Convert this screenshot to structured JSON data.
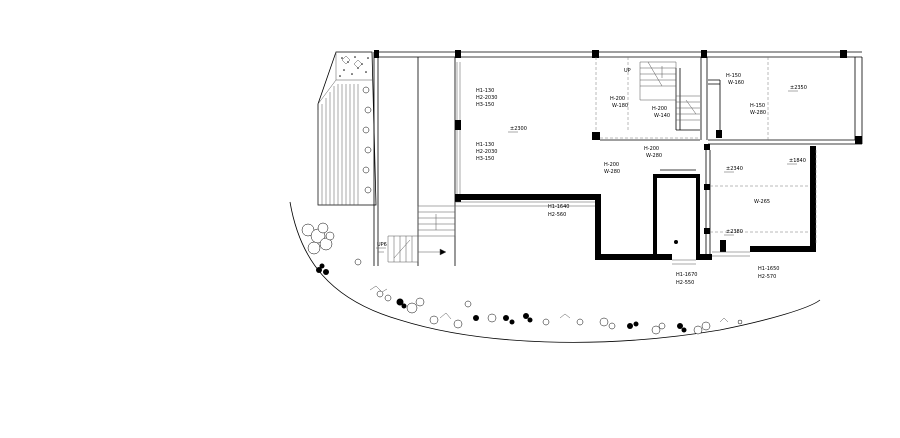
{
  "labels": {
    "h1_130_a": "H1-130",
    "h2_2030_a": "H2-2030",
    "h3_150_a": "H3-150",
    "h1_130_b": "H1-130",
    "h2_2030_b": "H2-2030",
    "h3_150_b": "H3-150",
    "elev_2300": "±2300",
    "up": "UP",
    "h200_w180": [
      "H-200",
      "W-180"
    ],
    "h200_w140": [
      "H-200",
      "W-140"
    ],
    "h150_w160": [
      "H-150",
      "W-160"
    ],
    "elev_2350": "±2350",
    "h150_w280": [
      "H-150",
      "W-280"
    ],
    "h200_w280_a": [
      "H-200",
      "W-280"
    ],
    "h200_w280_b": [
      "H-200",
      "W-280"
    ],
    "elev_1840": "±1840",
    "elev_2340": "±2340",
    "w265": "W-265",
    "h1640_h2_560": [
      "H1-1640",
      "H2-560"
    ],
    "elev_2380": "±2380",
    "h1670_h2_550": [
      "H1-1670",
      "H2-550"
    ],
    "h1650_h2_570": [
      "H1-1650",
      "H2-570"
    ],
    "up6": "UP6"
  },
  "colors": {
    "wall": "#000000",
    "line": "#000000",
    "background": "#ffffff"
  }
}
